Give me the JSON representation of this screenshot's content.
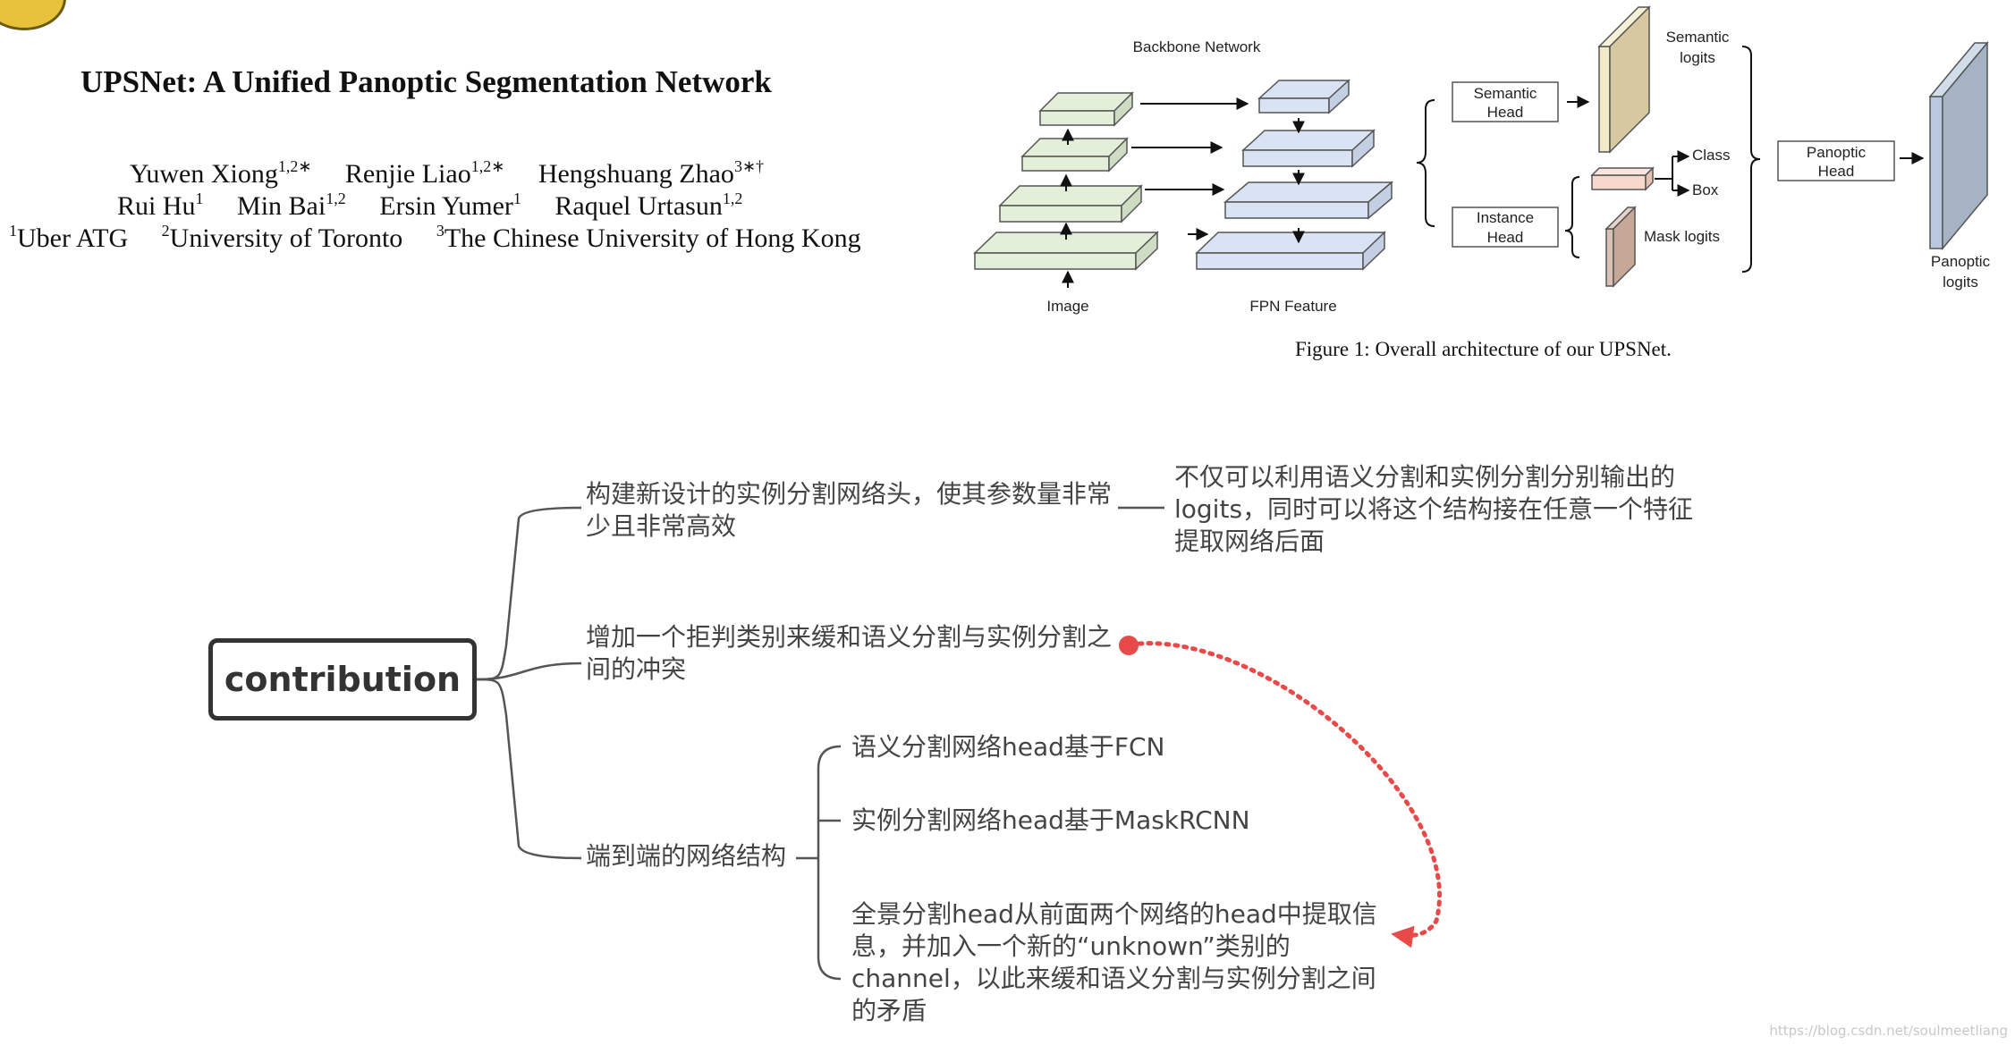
{
  "paper": {
    "title": "UPSNet: A Unified Panoptic Segmentation Network",
    "authors": [
      {
        "name": "Yuwen Xiong",
        "sup": "1,2∗"
      },
      {
        "name": "Renjie Liao",
        "sup": "1,2∗"
      },
      {
        "name": "Hengshuang Zhao",
        "sup": "3∗†"
      },
      {
        "name": "Rui Hu",
        "sup": "1"
      },
      {
        "name": "Min Bai",
        "sup": "1,2"
      },
      {
        "name": "Ersin Yumer",
        "sup": "1"
      },
      {
        "name": "Raquel Urtasun",
        "sup": "1,2"
      }
    ],
    "affiliations": [
      {
        "sup": "1",
        "name": "Uber ATG"
      },
      {
        "sup": "2",
        "name": "University of Toronto"
      },
      {
        "sup": "3",
        "name": "The Chinese University of Hong Kong"
      }
    ]
  },
  "figure": {
    "caption": "Figure 1: Overall architecture of our UPSNet.",
    "labels": {
      "backbone": "Backbone Network",
      "image": "Image",
      "fpn": "FPN Feature",
      "semantic_head": [
        "Semantic",
        "Head"
      ],
      "instance_head": [
        "Instance",
        "Head"
      ],
      "semantic_logits": [
        "Semantic",
        "logits"
      ],
      "class": "Class",
      "box": "Box",
      "mask_logits": "Mask logits",
      "panoptic_head": [
        "Panoptic",
        "Head"
      ],
      "panoptic_logits": [
        "Panoptic",
        "logits"
      ]
    },
    "colors": {
      "backbone": "#e3efd9",
      "fpn": "#dae3f3",
      "semantic": "#f1e9c8",
      "instance": "#f6d8cc",
      "mask": "#d9c2b5",
      "panoptic": "#b9c8dc"
    }
  },
  "mindmap": {
    "central": "contribution",
    "branches": [
      {
        "text": "构建新设计的实例分割网络头，使其参数量非常少且非常高效",
        "note": "不仅可以利用语义分割和实例分割分别输出的logits，同时可以将这个结构接在任意一个特征提取网络后面"
      },
      {
        "text": "增加一个拒判类别来缓和语义分割与实例分割之间的冲突"
      },
      {
        "text": "端到端的网络结构",
        "children": [
          "语义分割网络head基于FCN",
          "实例分割网络head基于MaskRCNN",
          "全景分割head从前面两个网络的head中提取信息，并加入一个新的“unknown”类别的channel，以此来缓和语义分割与实例分割之间的矛盾"
        ]
      }
    ],
    "relationship_color": "#e84a4a"
  },
  "watermark": "https://blog.csdn.net/soulmeetliang"
}
